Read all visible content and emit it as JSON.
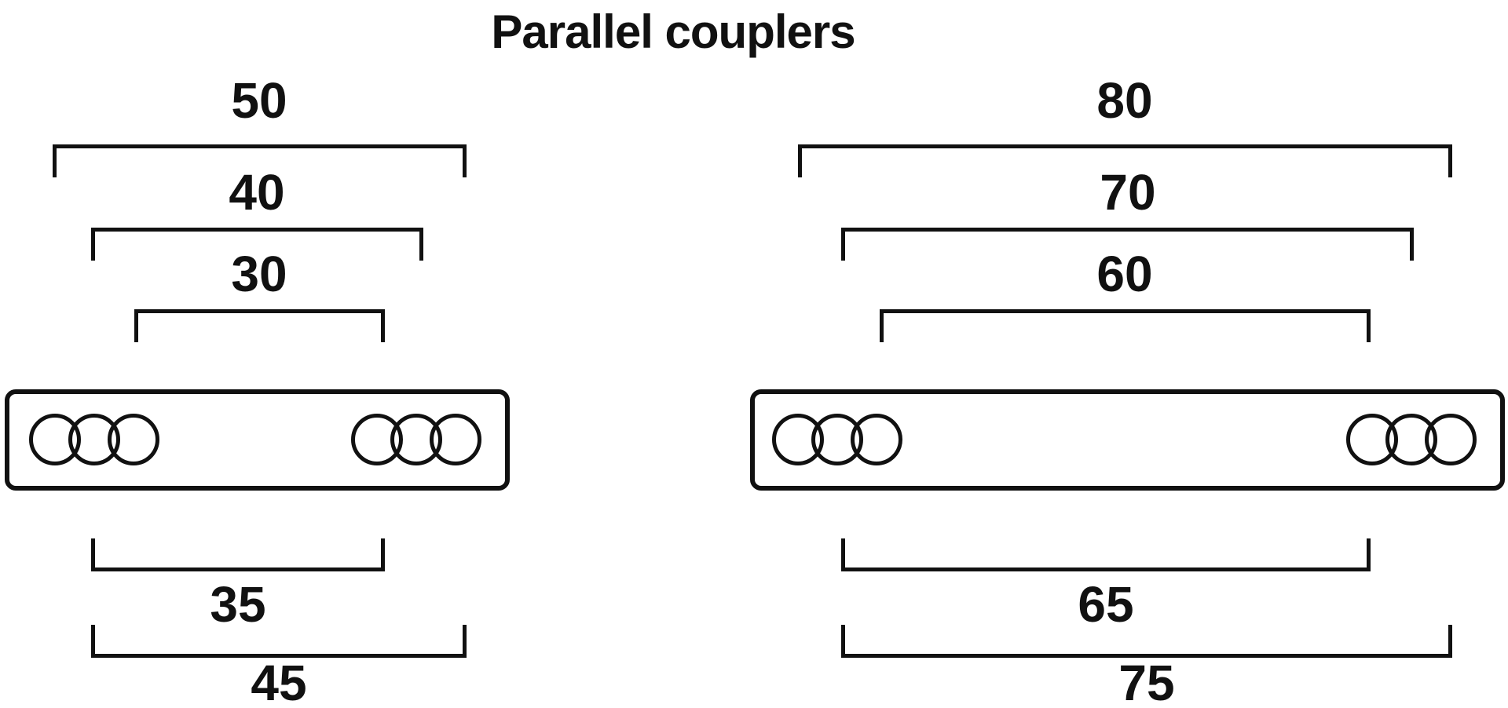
{
  "title": "Parallel couplers",
  "left_coupler": {
    "top_dimensions": [
      {
        "label": "50"
      },
      {
        "label": "40"
      },
      {
        "label": "30"
      }
    ],
    "bottom_dimensions": [
      {
        "label": "35"
      },
      {
        "label": "45"
      }
    ]
  },
  "right_coupler": {
    "top_dimensions": [
      {
        "label": "80"
      },
      {
        "label": "70"
      },
      {
        "label": "60"
      }
    ],
    "bottom_dimensions": [
      {
        "label": "65"
      },
      {
        "label": "75"
      }
    ]
  },
  "colors": {
    "line": "#111111",
    "background": "#ffffff"
  }
}
